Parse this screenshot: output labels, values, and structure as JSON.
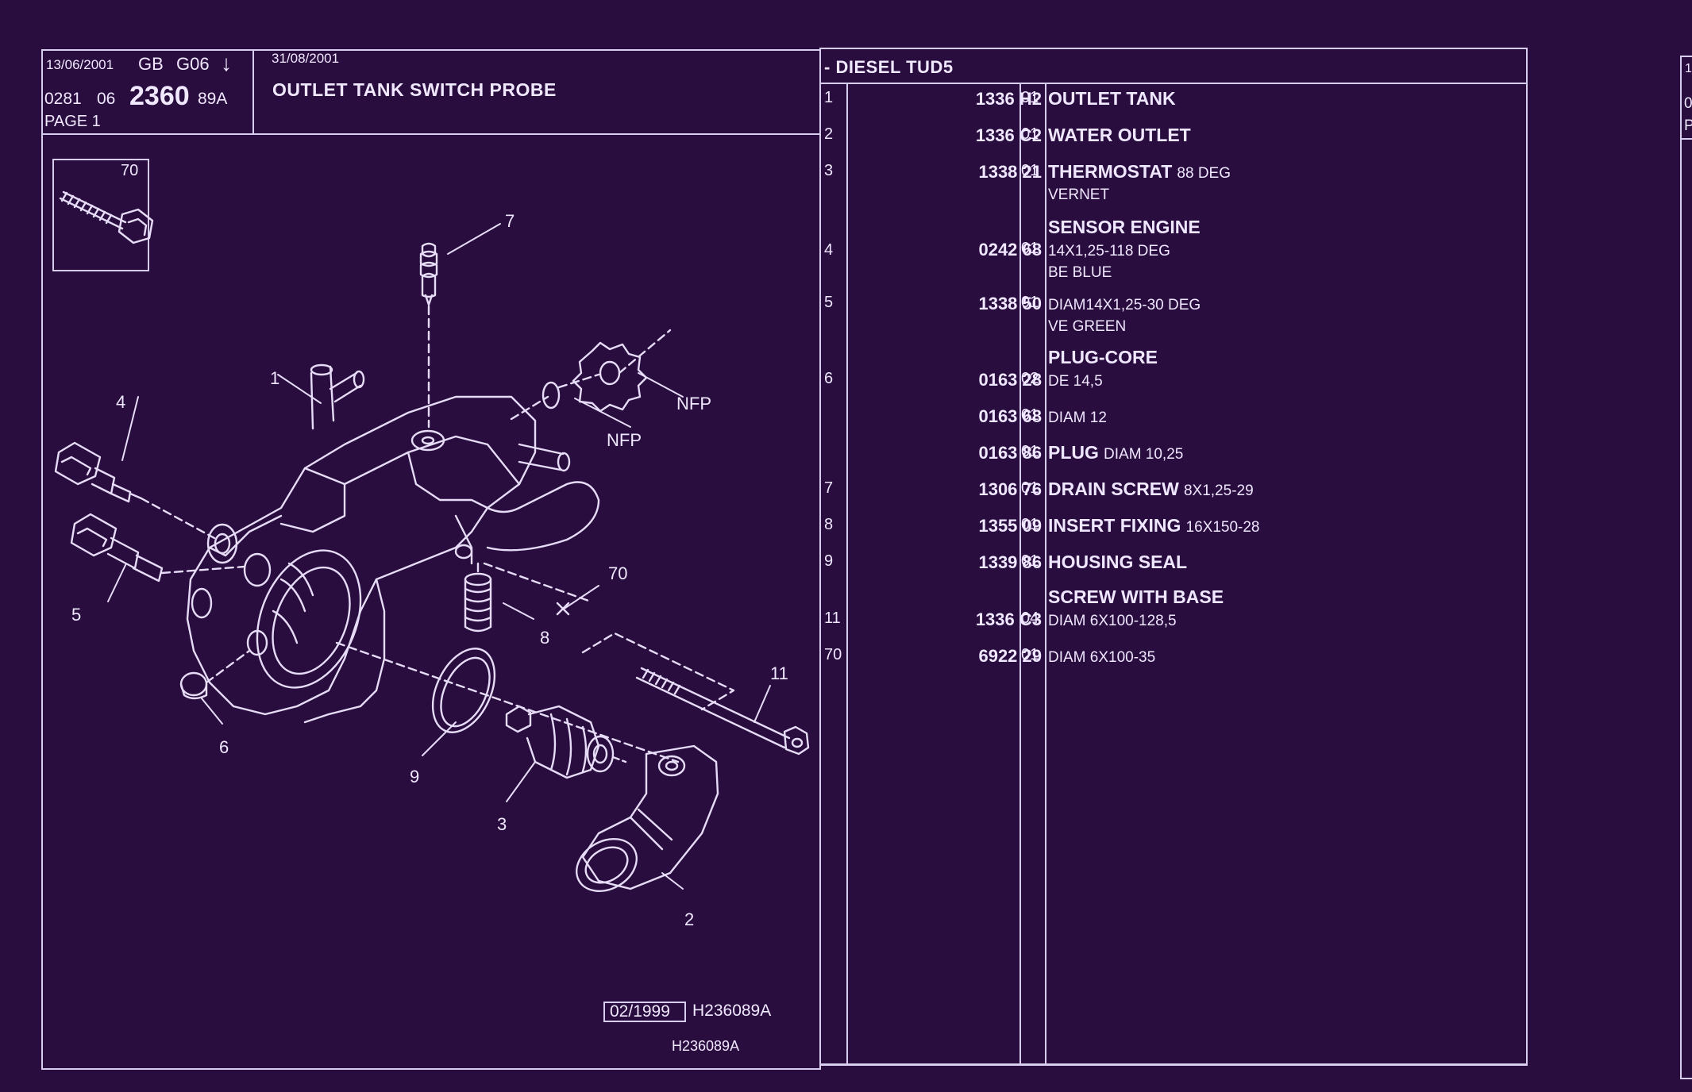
{
  "header": {
    "print_date": "13/06/2001",
    "lang": "GB",
    "group": "G06",
    "arrow": "↓",
    "code_prefix_1": "0281",
    "code_prefix_2": "06",
    "plate_number": "2360",
    "plate_suffix": "89A",
    "page_label": "PAGE 1",
    "update_date": "31/08/2001",
    "title": "OUTLET TANK SWITCH PROBE",
    "engine": "- DIESEL TUD5"
  },
  "diagram": {
    "callouts": [
      "1",
      "2",
      "3",
      "4",
      "5",
      "6",
      "7",
      "8",
      "9",
      "11",
      "70",
      "NFP",
      "NFP"
    ],
    "inset_label": "70",
    "stamp_date": "02/1999",
    "stamp_ref": "H236089A",
    "footer_ref": "H236089A"
  },
  "parts": [
    {
      "idx": "1",
      "ref": "1336 H2",
      "qty": "01",
      "name": "OUTLET TANK",
      "detail": ""
    },
    {
      "idx": "2",
      "ref": "1336 C2",
      "qty": "01",
      "name": "WATER OUTLET",
      "detail": ""
    },
    {
      "idx": "3",
      "ref": "1338 21",
      "qty": "01",
      "name": "THERMOSTAT",
      "name_suffix": "88 DEG",
      "detail": "VERNET"
    },
    {
      "idx": "",
      "ref": "",
      "qty": "",
      "name": "SENSOR ENGINE",
      "detail": ""
    },
    {
      "idx": "4",
      "ref": "0242 68",
      "qty": "01",
      "name": "",
      "detail": "14X1,25-118 DEG",
      "detail2": "BE BLUE"
    },
    {
      "idx": "5",
      "ref": "1338 50",
      "qty": "01",
      "name": "",
      "detail": "DIAM14X1,25-30 DEG",
      "detail2": "VE GREEN"
    },
    {
      "idx": "",
      "ref": "",
      "qty": "",
      "name": "PLUG-CORE",
      "detail": ""
    },
    {
      "idx": "6",
      "ref": "0163 28",
      "qty": "02",
      "name": "",
      "detail": "DE 14,5"
    },
    {
      "idx": "",
      "ref": "0163 68",
      "qty": "01",
      "name": "",
      "detail": "DIAM 12"
    },
    {
      "idx": "",
      "ref": "0163 86",
      "qty": "01",
      "name": "PLUG",
      "name_suffix": "DIAM 10,25",
      "detail": ""
    },
    {
      "idx": "7",
      "ref": "1306 76",
      "qty": "01",
      "name": "DRAIN SCREW",
      "name_suffix": "8X1,25-29",
      "detail": ""
    },
    {
      "idx": "8",
      "ref": "1355 09",
      "qty": "01",
      "name": "INSERT FIXING",
      "name_suffix": "16X150-28",
      "detail": ""
    },
    {
      "idx": "9",
      "ref": "1339 86",
      "qty": "01",
      "name": "HOUSING SEAL",
      "detail": ""
    },
    {
      "idx": "",
      "ref": "",
      "qty": "",
      "name": "SCREW WITH BASE",
      "detail": ""
    },
    {
      "idx": "11",
      "ref": "1336 C3",
      "qty": "04",
      "name": "",
      "detail": "DIAM 6X100-128,5"
    },
    {
      "idx": "70",
      "ref": "6922 29",
      "qty": "01",
      "name": "",
      "detail": "DIAM 6X100-35"
    }
  ],
  "next_page_fragment": {
    "c1": "1",
    "c2": "0",
    "c3": "P"
  },
  "colors": {
    "background": "#2a0d3f",
    "line": "#d9cdef",
    "text": "#f0e8ff"
  }
}
